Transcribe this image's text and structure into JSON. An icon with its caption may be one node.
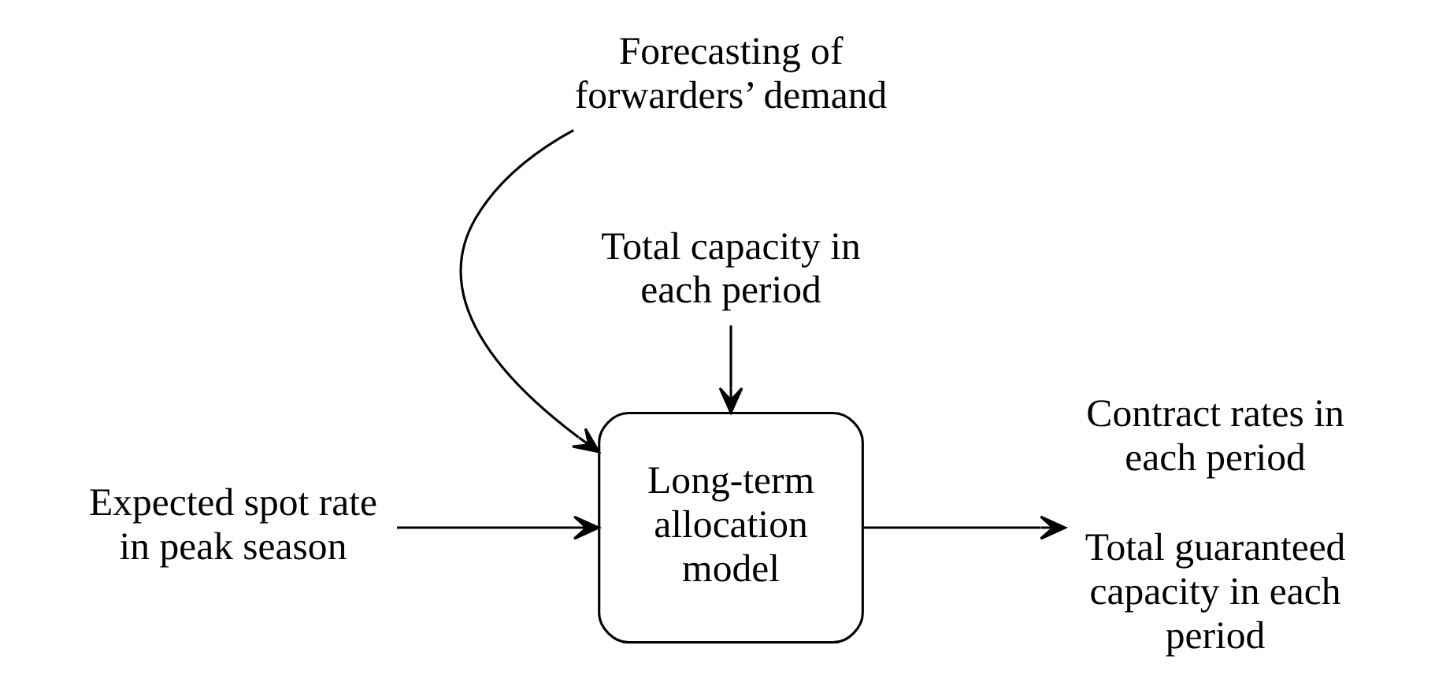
{
  "diagram": {
    "nodes": [
      {
        "text": [
          "Forecasting of forwarders’ demand"
        ]
      },
      {
        "text": [
          "Expected spot rate in peak season"
        ]
      },
      {
        "text": [
          "Long-term allocation model"
        ]
      },
      {
        "text": [
          "Contract rates in each period",
          "Total guaranteed capacity in each period"
        ]
      },
      {
        "text": [
          "Total capacity in each period"
        ]
      }
    ],
    "edges": [
      {
        "from": 0,
        "to": 2,
        "arrow": "to"
      },
      {
        "from": 1,
        "to": 2,
        "arrow": "to"
      },
      {
        "from": 2,
        "to": 3,
        "arrow": "to"
      },
      {
        "from": 4,
        "to": 2,
        "arrow": "to"
      }
    ]
  }
}
